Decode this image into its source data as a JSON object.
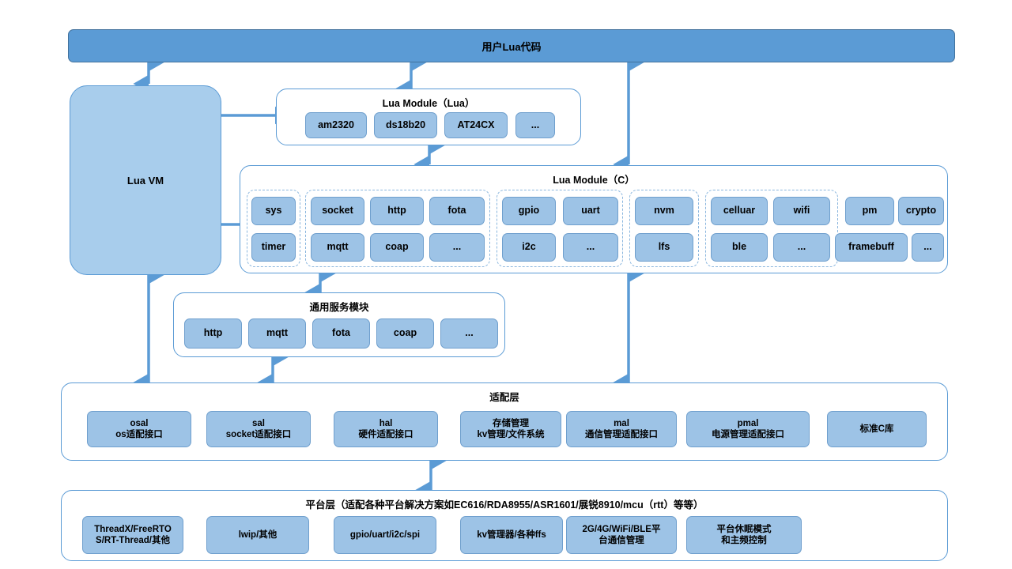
{
  "diagram": {
    "title_banner": "用户Lua代码",
    "lua_vm": "Lua VM",
    "lua_module_lua": {
      "title": "Lua Module（Lua）",
      "items": [
        "am2320",
        "ds18b20",
        "AT24CX",
        "..."
      ]
    },
    "lua_module_c": {
      "title": "Lua Module（C）",
      "groups": [
        {
          "name": "sys-group",
          "row1": [
            "sys"
          ],
          "row2": [
            "timer"
          ]
        },
        {
          "name": "net-group",
          "row1": [
            "socket",
            "http",
            "fota"
          ],
          "row2": [
            "mqtt",
            "coap",
            "..."
          ]
        },
        {
          "name": "peripheral-group",
          "row1": [
            "gpio",
            "uart"
          ],
          "row2": [
            "i2c",
            "..."
          ]
        },
        {
          "name": "storage-group",
          "row1": [
            "nvm"
          ],
          "row2": [
            "lfs"
          ]
        },
        {
          "name": "wireless-group",
          "row1": [
            "celluar",
            "wifi"
          ],
          "row2": [
            "ble",
            "..."
          ]
        },
        {
          "name": "misc-group",
          "row1": [
            "pm",
            "crypto"
          ],
          "row2": [
            "framebuff",
            "..."
          ]
        }
      ]
    },
    "common_service": {
      "title": "通用服务模块",
      "items": [
        "http",
        "mqtt",
        "fota",
        "coap",
        "..."
      ]
    },
    "adaptation_layer": {
      "title": "适配层",
      "items": [
        {
          "line1": "osal",
          "line2": "os适配接口"
        },
        {
          "line1": "sal",
          "line2": "socket适配接口"
        },
        {
          "line1": "hal",
          "line2": "硬件适配接口"
        },
        {
          "line1": "存储管理",
          "line2": "kv管理/文件系统"
        },
        {
          "line1": "mal",
          "line2": "通信管理适配接口"
        },
        {
          "line1": "pmal",
          "line2": "电源管理适配接口"
        },
        {
          "line1": "标准C库",
          "line2": ""
        }
      ]
    },
    "platform_layer": {
      "title": "平台层（适配各种平台解决方案如EC616/RDA8955/ASR1601/展锐8910/mcu（rtt）等等）",
      "items": [
        {
          "line1": "ThreadX/FreeRTO",
          "line2": "S/RT-Thread/其他"
        },
        {
          "line1": "lwip/其他",
          "line2": ""
        },
        {
          "line1": "gpio/uart/i2c/spi",
          "line2": ""
        },
        {
          "line1": "kv管理器/各种ffs",
          "line2": ""
        },
        {
          "line1": "2G/4G/WiFi/BLE平",
          "line2": "台通信管理"
        },
        {
          "line1": "平台休眠模式",
          "line2": "和主频控制"
        }
      ]
    },
    "colors": {
      "banner_fill": "#5b9bd5",
      "banner_stroke": "#41719c",
      "vm_fill": "#a8cdec",
      "chip_fill": "#9dc3e6",
      "chip_stroke": "#6f9fcd",
      "container_stroke": "#5b9bd5",
      "dashed_stroke": "#8ab6de",
      "arrow_color": "#5b9bd5",
      "background": "#ffffff"
    },
    "connectors": [
      {
        "name": "arrow-usercode-to-luavm",
        "type": "double-vertical"
      },
      {
        "name": "arrow-usercode-to-lua-module-lua",
        "type": "double-vertical"
      },
      {
        "name": "arrow-usercode-to-lua-module-c",
        "type": "double-vertical"
      },
      {
        "name": "arrow-luavm-to-lua-module-lua",
        "type": "double-horizontal"
      },
      {
        "name": "arrow-luavm-to-lua-module-c",
        "type": "double-horizontal"
      },
      {
        "name": "arrow-lua-module-lua-to-lua-module-c",
        "type": "double-vertical"
      },
      {
        "name": "arrow-lua-module-c-to-common-service",
        "type": "double-vertical"
      },
      {
        "name": "arrow-common-service-to-adaptation",
        "type": "double-vertical"
      },
      {
        "name": "arrow-luavm-to-adaptation",
        "type": "double-vertical"
      },
      {
        "name": "arrow-lua-module-c-to-adaptation",
        "type": "double-vertical"
      },
      {
        "name": "arrow-adaptation-to-platform",
        "type": "double-vertical"
      }
    ]
  }
}
